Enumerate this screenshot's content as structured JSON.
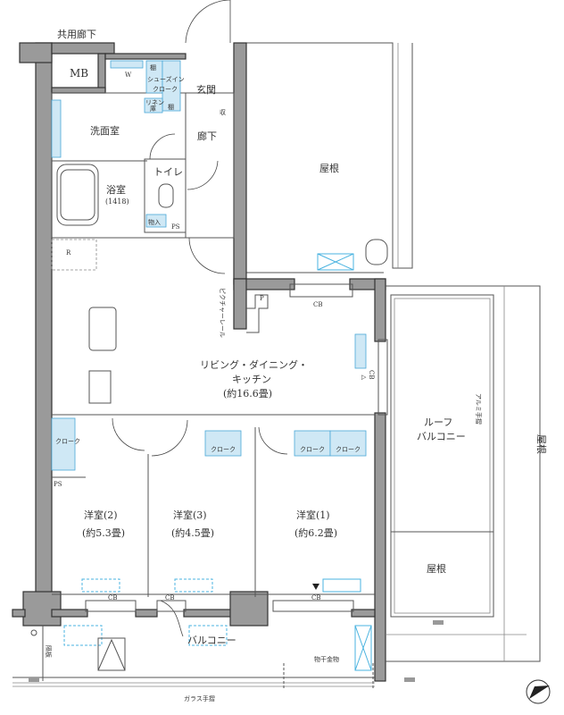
{
  "labels": {
    "common_corridor": "共用廊下",
    "mb": "MB",
    "washer": "W",
    "shelf_top": "棚",
    "shoe_closet_1": "シューズイン",
    "shoe_closet_2": "クローク",
    "entrance": "玄関",
    "linen_1": "リネン",
    "linen_2": "庫",
    "shelf_bottom": "棚",
    "storage_vertical": "収",
    "washroom": "洗面室",
    "hallway": "廊下",
    "toilet": "トイレ",
    "bathroom": "浴室",
    "bath_size": "(1418)",
    "storage": "物入",
    "ps_top": "PS",
    "refrigerator": "R",
    "picture_rail": "ピクチャーレール",
    "pipe": "P",
    "cb_ldk_top": "CB",
    "cb_ldk_side": "CB",
    "ldk_1": "リビング・ダイニング・",
    "ldk_2": "キッチン",
    "ldk_area": "(約16.6畳)",
    "roof_top": "屋根",
    "roof_balcony_1": "ルーフ",
    "roof_balcony_2": "バルコニー",
    "aluminum_rail": "アルミ手摺",
    "roof_right": "屋根",
    "roof_lower": "屋根",
    "closet_left": "クローク",
    "ps_left": "PS",
    "closet_3": "クローク",
    "closet_1a": "クローク",
    "closet_1b": "クローク",
    "room2": "洋室(2)",
    "room2_area": "(約5.3畳)",
    "room3": "洋室(3)",
    "room3_area": "(約4.5畳)",
    "room1": "洋室(1)",
    "room1_area": "(約6.2畳)",
    "cb_room2": "CB",
    "cb_room3": "CB",
    "cb_room1": "CB",
    "balcony": "バルコニー",
    "partition": "隔板",
    "drying_hardware": "物干金物",
    "glass_rail": "ガラス手摺"
  },
  "colors": {
    "wall": "#9a9a9a",
    "storage_fill": "#cfe8f5",
    "aircon_outline": "#4ab3e0"
  },
  "icons": [
    "compass-north-icon",
    "down-triangle-marker-icon"
  ]
}
